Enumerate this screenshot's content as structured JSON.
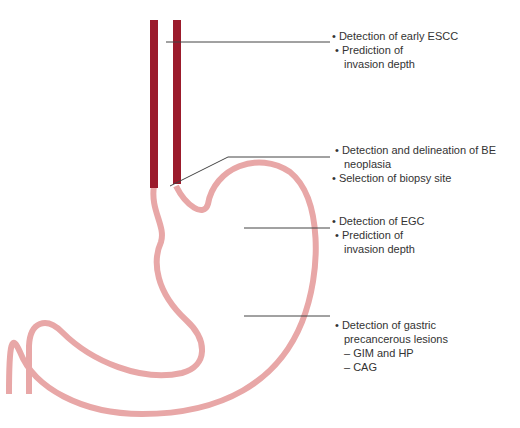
{
  "diagram": {
    "labels": [
      "• Detection of early ESCC",
      "• Prediction of invasion depth",
      "• Detection and delineation of BE neoplasia",
      "• Selection of biopsy site",
      "• Detection of EGC",
      "• Prediction of invasion depth",
      "• Detection of gastric precancerous lesions",
      "– GIM and HP",
      "– CAG"
    ]
  }
}
